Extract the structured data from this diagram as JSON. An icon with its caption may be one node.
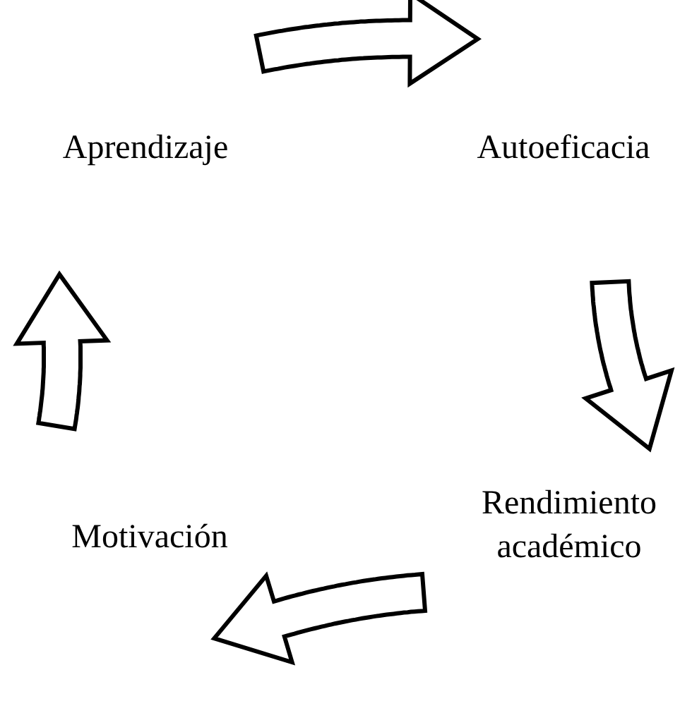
{
  "diagram": {
    "nodes": [
      {
        "text": [
          "Aprendizaje"
        ]
      },
      {
        "text": [
          "Autoeficacia"
        ]
      },
      {
        "text": [
          "Rendimiento académico"
        ]
      },
      {
        "text": [
          "Motivación"
        ]
      }
    ],
    "edges": [
      {
        "from": 0,
        "to": 1,
        "arrow": "to"
      },
      {
        "from": 1,
        "to": 2,
        "arrow": "to"
      },
      {
        "from": 2,
        "to": 3,
        "arrow": "to"
      },
      {
        "from": 3,
        "to": 0,
        "arrow": "to"
      }
    ]
  }
}
